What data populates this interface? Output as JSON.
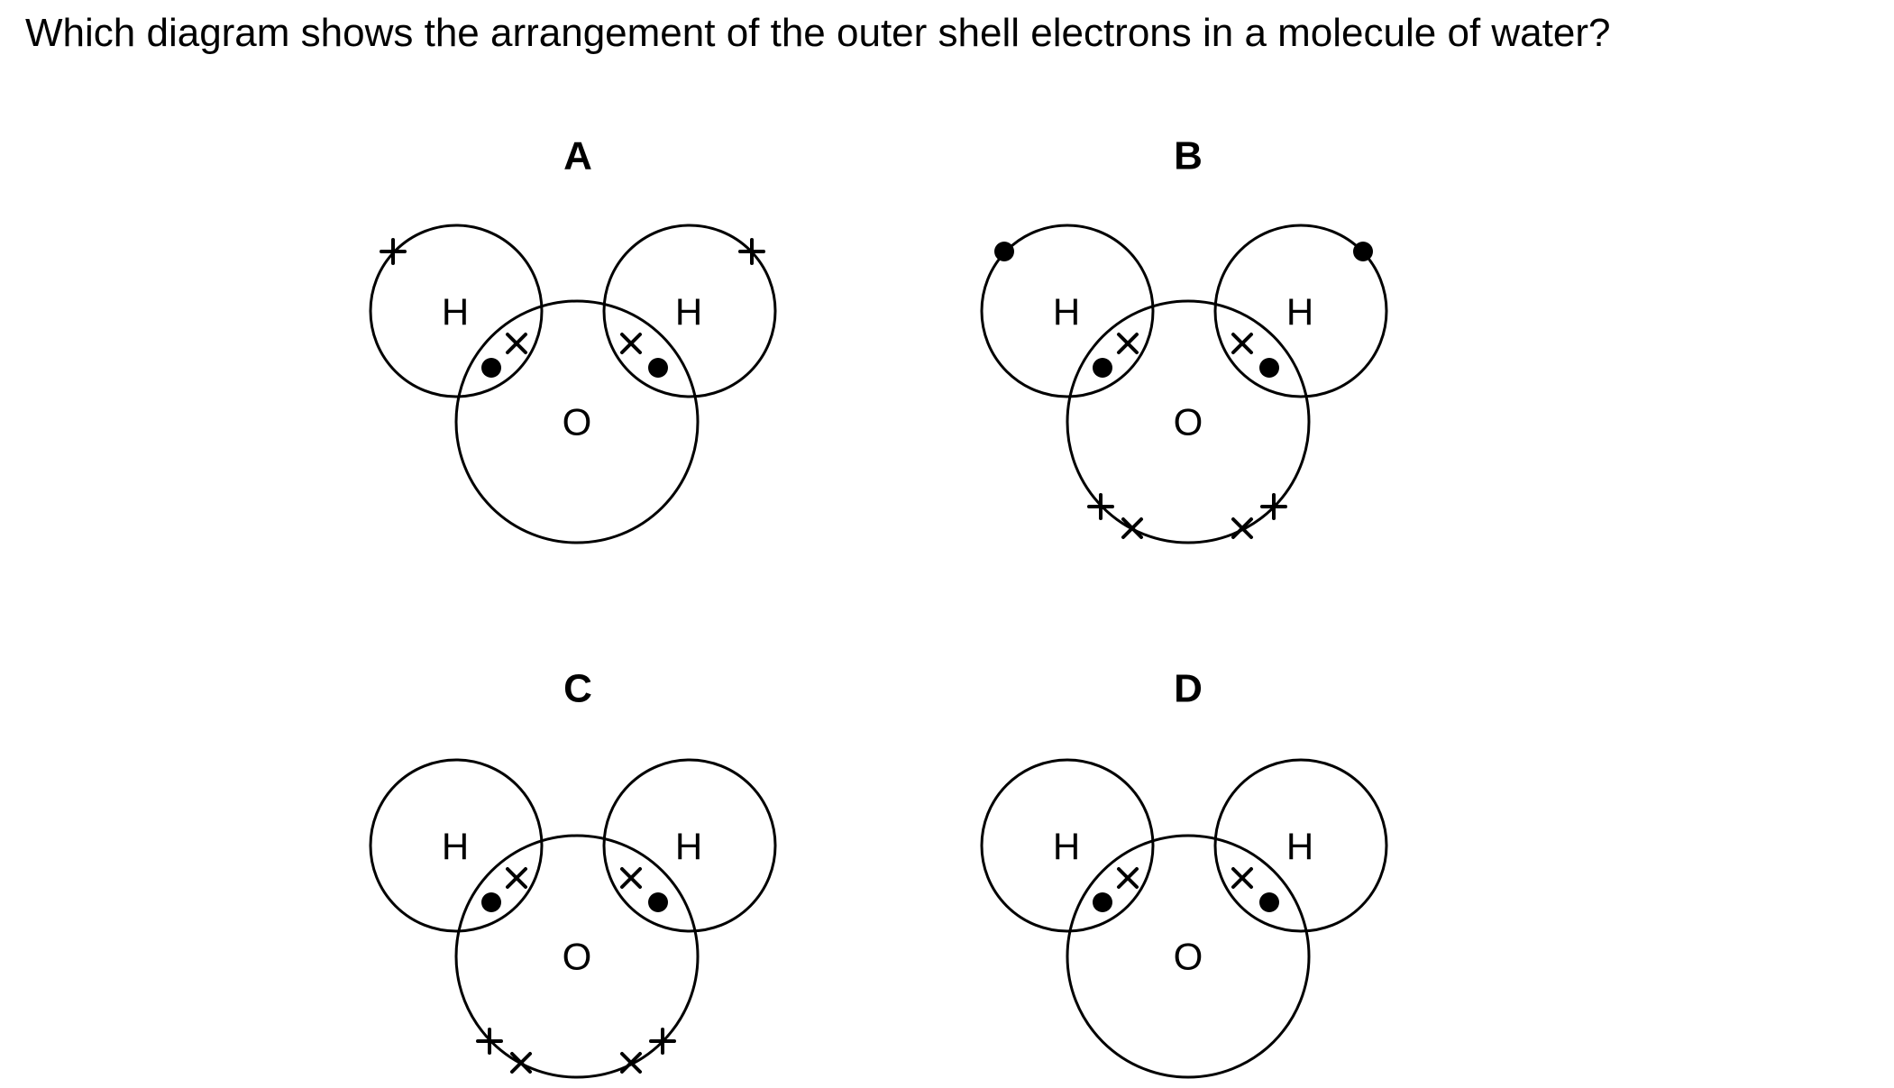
{
  "question": "Which diagram shows the arrangement of the outer shell electrons in a molecule of water?",
  "colors": {
    "ink": "#000000",
    "background": "#ffffff"
  },
  "options": [
    {
      "letter": "A",
      "left_h": "H",
      "right_h": "H",
      "oxygen": "O",
      "h_outer_electrons": true,
      "o_lone_pairs": 0
    },
    {
      "letter": "B",
      "left_h": "H",
      "right_h": "H",
      "oxygen": "O",
      "h_outer_electrons": true,
      "o_lone_pairs": 2
    },
    {
      "letter": "C",
      "left_h": "H",
      "right_h": "H",
      "oxygen": "O",
      "h_outer_electrons": false,
      "o_lone_pairs": 2
    },
    {
      "letter": "D",
      "left_h": "H",
      "right_h": "H",
      "oxygen": "O",
      "h_outer_electrons": false,
      "o_lone_pairs": 0
    }
  ]
}
